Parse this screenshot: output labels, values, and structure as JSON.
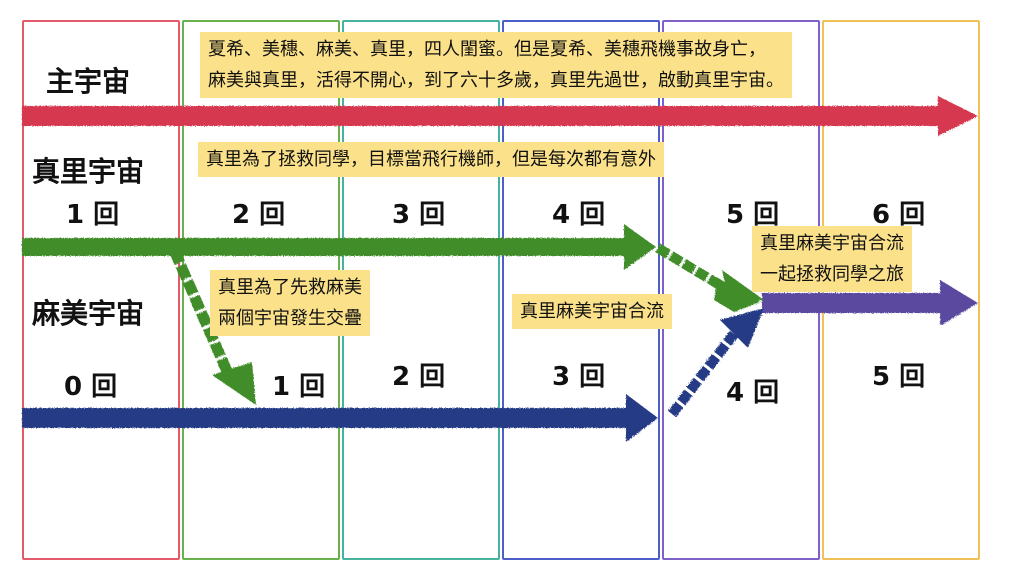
{
  "colors": {
    "col_red": "#e35b6a",
    "col_green": "#6ab04c",
    "col_teal": "#45b39d",
    "col_blue": "#4d5ec9",
    "col_purple": "#7f5fc8",
    "col_orange": "#f0c15a",
    "arrow_red": "#d63850",
    "arrow_green": "#3f8d2a",
    "arrow_navy": "#263b86",
    "arrow_purple": "#5a4a9e",
    "note_bg": "#fbe18a"
  },
  "rows": {
    "main": "主宇宙",
    "mari": "真里宇宙",
    "asami": "麻美宇宙"
  },
  "mari_rounds": [
    "1 回",
    "2 回",
    "3 回",
    "4 回",
    "5 回",
    "6 回"
  ],
  "asami_rounds": [
    "0 回",
    "1 回",
    "2 回",
    "3 回",
    "4 回",
    "5 回"
  ],
  "notes": {
    "main_line1": "夏希、美穗、麻美、真里，四人閨蜜。但是夏希、美穗飛機事故身亡，",
    "main_line2": "麻美與真里，活得不開心，到了六十多歲，真里先過世，啟動真里宇宙。",
    "mari": "真里為了拯救同學，目標當飛行機師，但是每次都有意外",
    "overlap_line1": "真里為了先救麻美",
    "overlap_line2": "兩個宇宙發生交疊",
    "merge": "真里麻美宇宙合流",
    "journey_line1": "真里麻美宇宙合流",
    "journey_line2": "一起拯救同學之旅"
  }
}
